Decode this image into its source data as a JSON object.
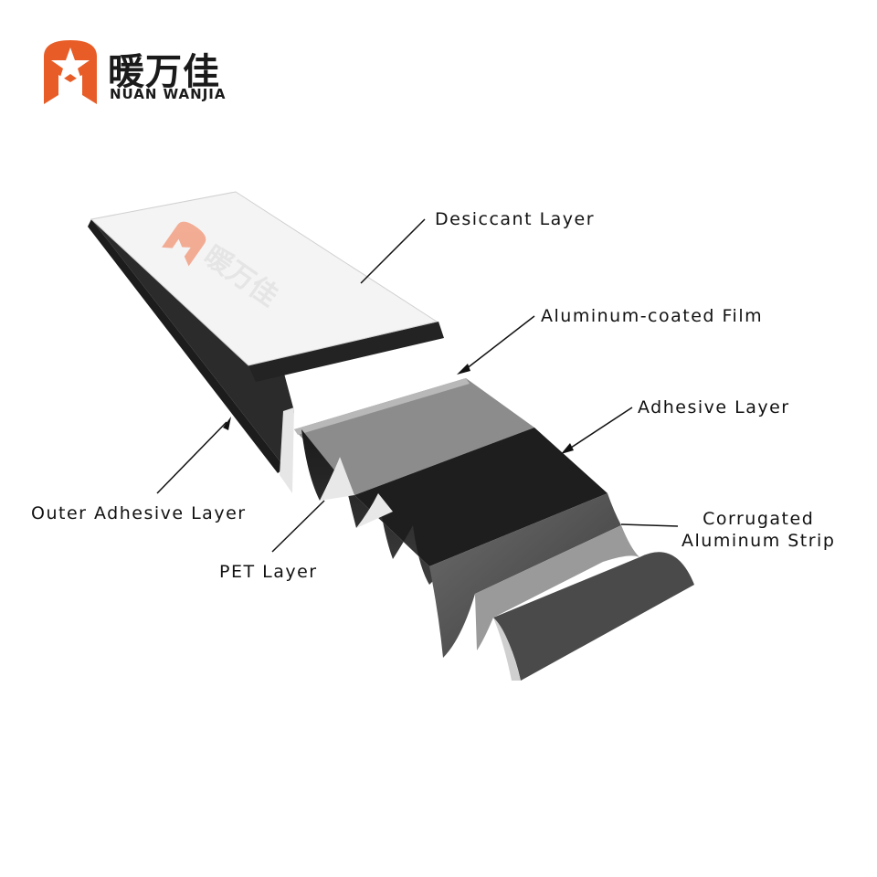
{
  "brand": {
    "name_cn": "暖万佳",
    "name_en": "NUAN WANJIA",
    "colors": {
      "accent": "#e85d27",
      "text": "#1a1a1a"
    }
  },
  "labels": {
    "desiccant": "Desiccant Layer",
    "aluminum_film": "Aluminum-coated Film",
    "adhesive": "Adhesive Layer",
    "outer_adhesive": "Outer Adhesive Layer",
    "pet": "PET Layer",
    "corrugated_line1": "Corrugated",
    "corrugated_line2": "Aluminum Strip"
  }
}
